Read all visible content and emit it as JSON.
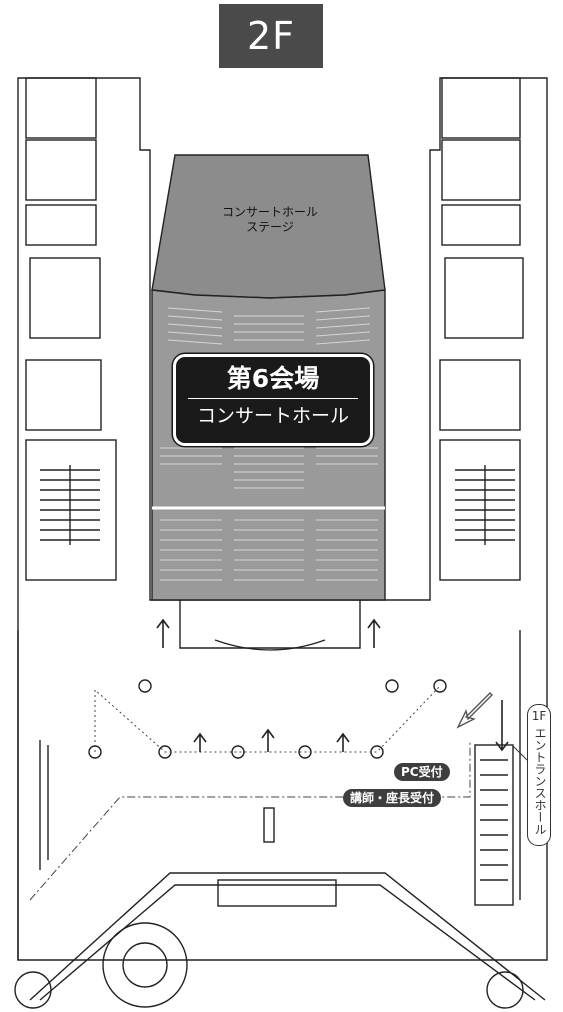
{
  "floor_label": "2F",
  "stage_label": {
    "line1": "コンサートホール",
    "line2": "ステージ"
  },
  "hall": {
    "title": "第6会場",
    "subtitle": "コンサートホール"
  },
  "pc_reception": "PC受付",
  "lecturer_reception": "講師・座長受付",
  "entrance": {
    "floor": "1F",
    "text": "エントランスホール"
  },
  "colors": {
    "badge": "#4a4a4a",
    "hall_fill": "#9a9a9a",
    "stage_fill": "#8c8c8c",
    "label_dark": "#1a1a1a",
    "pill": "#3e3e3e",
    "line": "#222222"
  }
}
